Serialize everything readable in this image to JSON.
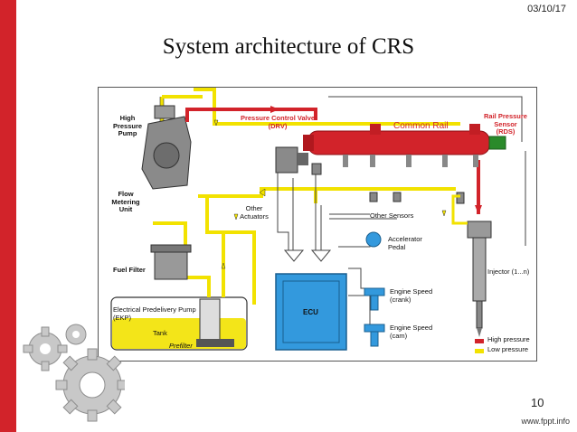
{
  "slide": {
    "date": "03/10/17",
    "title": "System architecture of CRS",
    "page_number": "10",
    "footer_url": "www.fppt.info"
  },
  "diagram": {
    "labels": {
      "high_pressure_pump": "High\nPressure\nPump",
      "flow_metering_unit": "Flow\nMetering\nUnit",
      "fuel_filter": "Fuel Filter",
      "electrical_pump": "Electrical Predelivery Pump\n(EKP)",
      "tank": "Tank",
      "prefilter": "Prefilter",
      "pressure_control_valve": "Pressure Control Valve\n(DRV)",
      "common_rail": "Common Rail",
      "rail_pressure_sensor": "Rail Pressure\nSensor\n(RDS)",
      "other_actuators": "Other\nActuators",
      "other_sensors": "Other Sensors",
      "accelerator_pedal": "Accelerator\nPedal",
      "ecu": "ECU",
      "engine_speed_crank": "Engine Speed\n(crank)",
      "engine_speed_cam": "Engine Speed\n(cam)",
      "injector": "Injector (1...n)",
      "legend_high": "High pressure",
      "legend_low": "Low pressure"
    },
    "colors": {
      "high_pressure": "#d2232a",
      "low_pressure": "#f2e200",
      "ecu": "#3399dd",
      "accent": "#d2232a",
      "component": "#8a8a8a"
    }
  }
}
